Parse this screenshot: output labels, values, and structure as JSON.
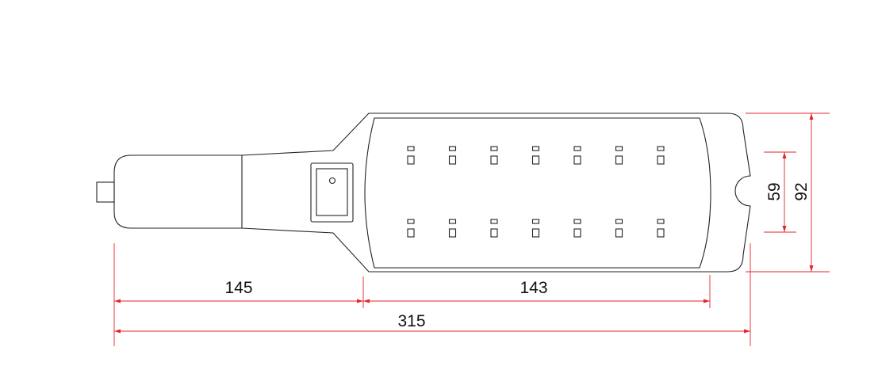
{
  "colors": {
    "outline": "#222222",
    "dimension": "#e3242b",
    "text": "#111111",
    "background": "#ffffff"
  },
  "dimensions": {
    "handle_length": "145",
    "panel_length": "143",
    "total_length": "315",
    "inner_height": "59",
    "total_height": "92"
  },
  "led_grid": {
    "rows": 2,
    "columns": 7
  }
}
